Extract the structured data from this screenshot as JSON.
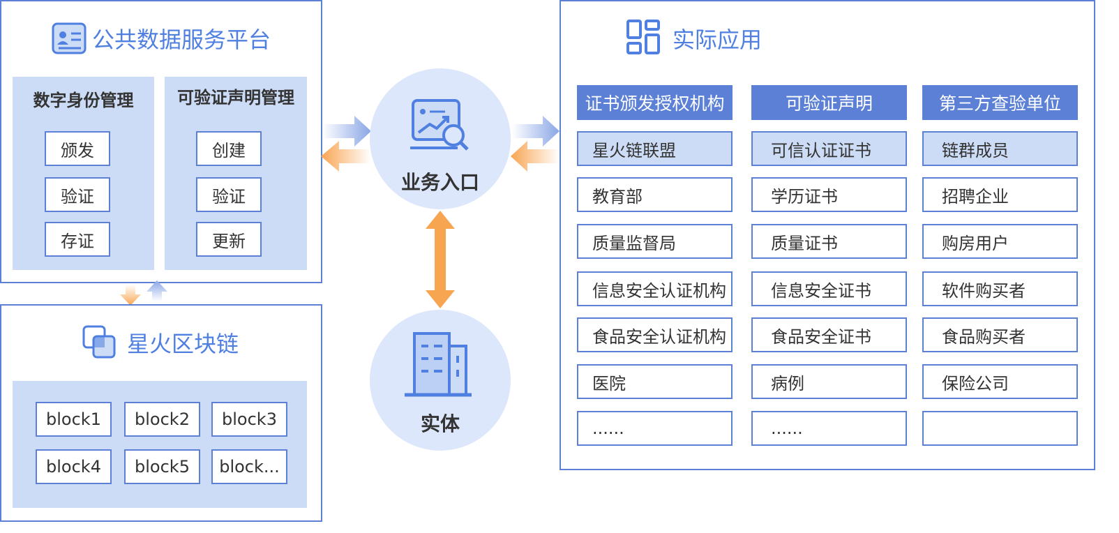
{
  "platform": {
    "title": "公共数据服务平台",
    "identity": {
      "title": "数字身份管理",
      "items": [
        "颁发",
        "验证",
        "存证"
      ]
    },
    "credential": {
      "title": "可验证声明管理",
      "items": [
        "创建",
        "验证",
        "更新"
      ]
    }
  },
  "blockchain": {
    "title": "星火区块链",
    "blocks": [
      "block1",
      "block2",
      "block3",
      "block4",
      "block5",
      "block..."
    ]
  },
  "business_entry": {
    "label": "业务入口"
  },
  "entity": {
    "label": "实体"
  },
  "applications": {
    "title": "实际应用",
    "columns": [
      {
        "header": "证书颁发授权机构",
        "items": [
          "星火链联盟",
          "教育部",
          "质量监督局",
          "信息安全认证机构",
          "食品安全认证机构",
          "医院",
          "......"
        ]
      },
      {
        "header": "可验证声明",
        "items": [
          "可信认证证书",
          "学历证书",
          "质量证书",
          "信息安全证书",
          "食品安全证书",
          "病例",
          "......"
        ]
      },
      {
        "header": "第三方查验单位",
        "items": [
          "链群成员",
          "招聘企业",
          "购房用户",
          "软件购买者",
          "食品购买者",
          "保险公司",
          ""
        ]
      }
    ]
  },
  "colors": {
    "border_blue": "#5b80d6",
    "title_blue": "#4f7fe0",
    "light_blue_fill": "#cddcf6",
    "circle_fill": "#dde7fb",
    "arrow_orange": "#f8a552",
    "arrow_blue": "#8aa6e6"
  },
  "icons": {
    "platform": "id-card-icon",
    "applications": "dashboard-grid-icon",
    "blockchain": "linked-squares-icon",
    "business_entry": "analytics-search-icon",
    "entity": "building-icon"
  }
}
